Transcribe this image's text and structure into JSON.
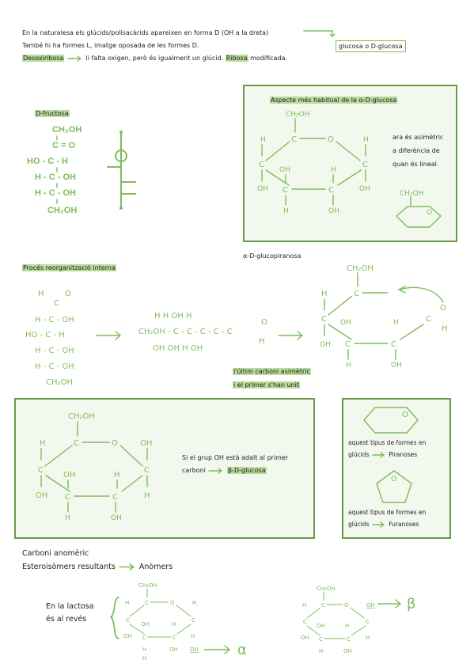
{
  "intro": {
    "line1": "En la naturalesa els glúcids/polisacàrids apareixen en forma D (OH a la dreta)",
    "line2": "També hi ha formes L, imatge oposada de les formes D.",
    "desoxi": "Desoxiribosa",
    "line3_rest": "li falta oxigen, però és igualment un glúcid.",
    "ribosa": "Ribosa",
    "line3_end": "modificada.",
    "glucosa_box": "glucosa o D-glucosa"
  },
  "fructosa": {
    "title": "D-fructosa",
    "rows": [
      "CH₂OH",
      "C = O",
      "HO - C - H",
      "H - C - OH",
      "H - C - OH",
      "CH₂OH"
    ]
  },
  "alpha_box": {
    "title": "Aspecte més habitual de la α-D-glucosa",
    "note_l1": "ara és asimètric",
    "note_l2": "a diferència de",
    "note_l3": "quan és lineal",
    "ring_top": "CH₂OH",
    "ring_labels": [
      "H",
      "C",
      "O",
      "H",
      "C",
      "OH",
      "H",
      "C",
      "OH",
      "C",
      "C",
      "OH",
      "H",
      "OH",
      "H"
    ],
    "small_ch2oh": "CH₂OH",
    "small_o": "O",
    "caption": "α-D-glucopiranosa"
  },
  "process": {
    "title": "Procés reorganització interna",
    "linear_rows": [
      "H - C - OH",
      "HO - C - H",
      "H - C - OH",
      "H - C - OH",
      "CH₂OH"
    ],
    "linear_top": "H",
    "linear_top_o": "O",
    "chain_main": "CH₂OH - C - C - C - C - C",
    "chain_top": "H  H  OH  H",
    "chain_bottom": "OH OH H  OH",
    "chain_o": "O",
    "chain_h": "H",
    "note1": "l'últim carboni asimètric",
    "note2": "i el primer s'han unit",
    "ring_top": "CH₂OH"
  },
  "beta_box": {
    "ring_top": "CH₂OH",
    "text1": "Si el grup OH està adalt al primer",
    "text2": "carboni",
    "beta": "β-D-glucosa"
  },
  "forms_box": {
    "p_text1": "aquest tipus de formes en",
    "p_text2": "glúcids",
    "p_name": "Piranoses",
    "f_text1": "aquest tipus de formes en",
    "f_text2": "glúcids",
    "f_name": "Furanoses",
    "hex_o": "O",
    "pent_o": "O"
  },
  "anomeric": {
    "line1": "Carboni anomèric",
    "line2": "Esteroisòmers resultants",
    "line2_end": "Anòmers",
    "lactosa1": "En la lactosa",
    "lactosa2": "és al revés",
    "alpha_sym": "α",
    "beta_sym": "β",
    "ring_top": "CH₂OH"
  },
  "colors": {
    "green": "#7ebc59",
    "highlight": "#b9dc9c",
    "box_border": "#6a9a48"
  }
}
